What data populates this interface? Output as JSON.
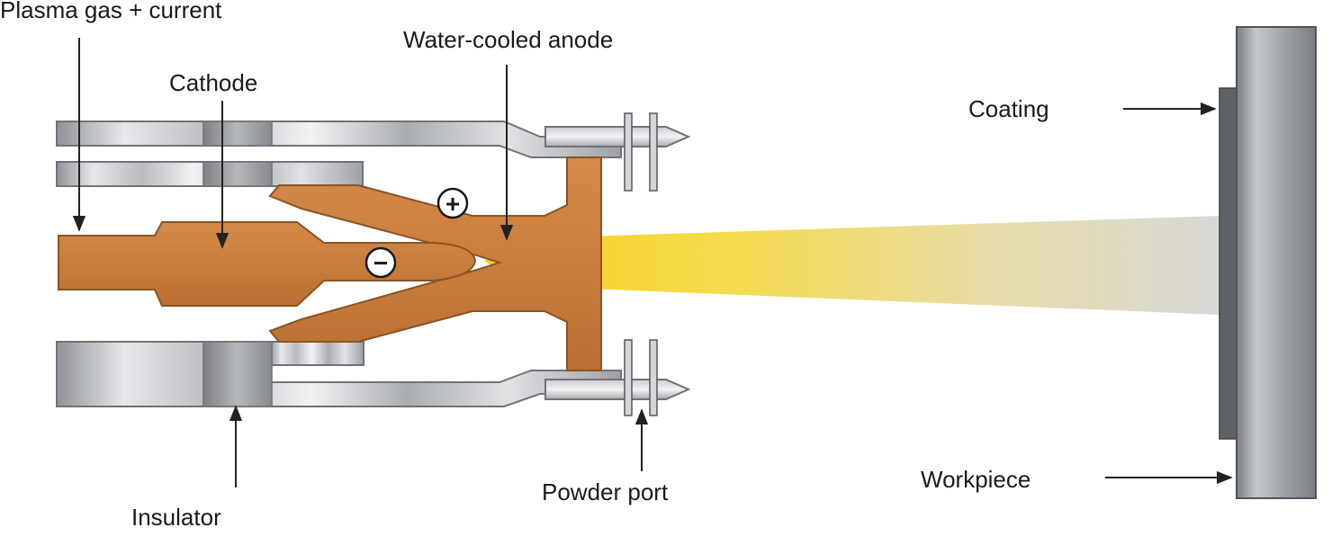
{
  "diagram": {
    "labels": {
      "plasma_gas": "Plasma gas + current",
      "cathode": "Cathode",
      "anode": "Water-cooled anode",
      "coating": "Coating",
      "workpiece": "Workpiece",
      "insulator": "Insulator",
      "powder_port": "Powder port"
    },
    "signs": {
      "plus": "+",
      "minus": "−"
    }
  }
}
